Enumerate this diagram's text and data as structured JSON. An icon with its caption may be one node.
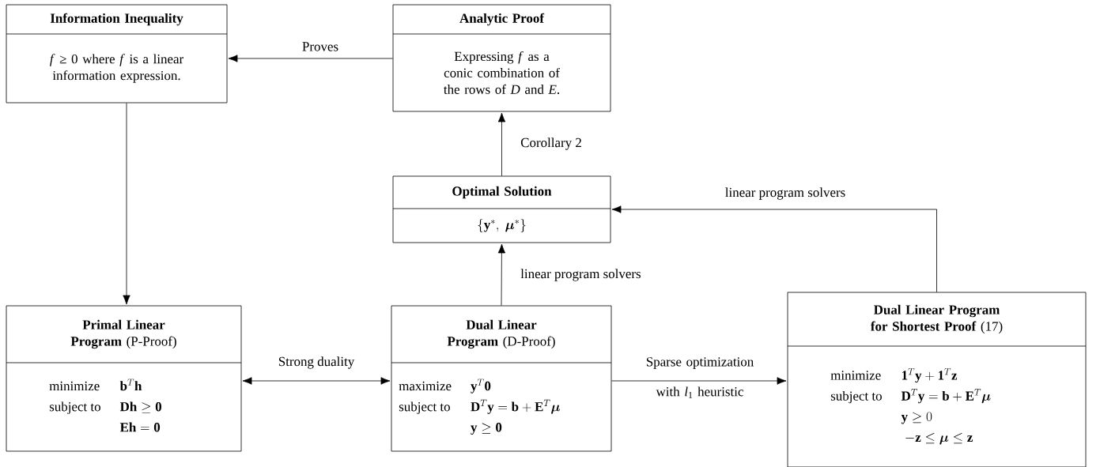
{
  "diagram": {
    "nodes": [
      {
        "text": [
          "Information Inequality",
          "*f* ≥ 0 where *f* is a linear information expression."
        ]
      },
      {
        "text": [
          "Analytic Proof",
          "Expressing *f* as a conic combination of the rows of *D* and *E*."
        ]
      },
      {
        "text": [
          "Optimal Solution",
          "\\{\\mathbf{y}^*,\\ \\boldsymbol{\\mu}^*\\}"
        ]
      },
      {
        "text": [
          "**Primal Linear Program** (P-Proof)",
          "\\begin{array}{ll}\\text{minimize} & \\mathbf{b}^T\\mathbf{h}\\\\ \\text{subject to} & \\mathbf{D}\\mathbf{h}\\geq\\mathbf{0}\\\\ & \\mathbf{E}\\mathbf{h}=\\mathbf{0}\\end{array}"
        ]
      },
      {
        "text": [
          "**Dual Linear Program** (D-Proof)",
          "\\begin{array}{ll}\\text{maximize} & \\mathbf{y}^T\\mathbf{0}\\\\ \\text{subject to} & \\mathbf{D}^T\\mathbf{y}=\\mathbf{b}+\\mathbf{E}^T\\boldsymbol{\\mu}\\\\ & \\mathbf{y}\\geq\\mathbf{0}\\end{array}"
        ]
      },
      {
        "text": [
          "**Dual Linear Program for Shortest Proof** (17)",
          "\\begin{array}{ll}\\text{minimize} & \\mathbf{1}^T\\mathbf{y}+\\mathbf{1}^T\\mathbf{z}\\\\ \\text{subject to} & \\mathbf{D}^T\\mathbf{y}=\\mathbf{b}+\\mathbf{E}^T\\boldsymbol{\\mu}\\\\ & \\mathbf{y}\\geq 0\\\\ & \\ -\\mathbf{z}\\leq\\boldsymbol{\\mu}\\leq\\mathbf{z}\\end{array}"
        ]
      }
    ],
    "edges": [
      {
        "from": 1,
        "to": 0,
        "arrow": "to",
        "label": "Proves"
      },
      {
        "from": 2,
        "to": 1,
        "arrow": "to",
        "label": "Corollary 2"
      },
      {
        "from": 4,
        "to": 2,
        "arrow": "to",
        "label": "linear program solvers"
      },
      {
        "from": 5,
        "to": 2,
        "arrow": "to",
        "label": "linear program solvers"
      },
      {
        "from": 0,
        "to": 3,
        "arrow": "to"
      },
      {
        "from": 3,
        "to": 4,
        "arrow": "both",
        "label": "Strong duality"
      },
      {
        "from": 4,
        "to": 5,
        "arrow": "to",
        "label": "Sparse optimization with *l*$_{1}$ heuristic"
      }
    ]
  }
}
